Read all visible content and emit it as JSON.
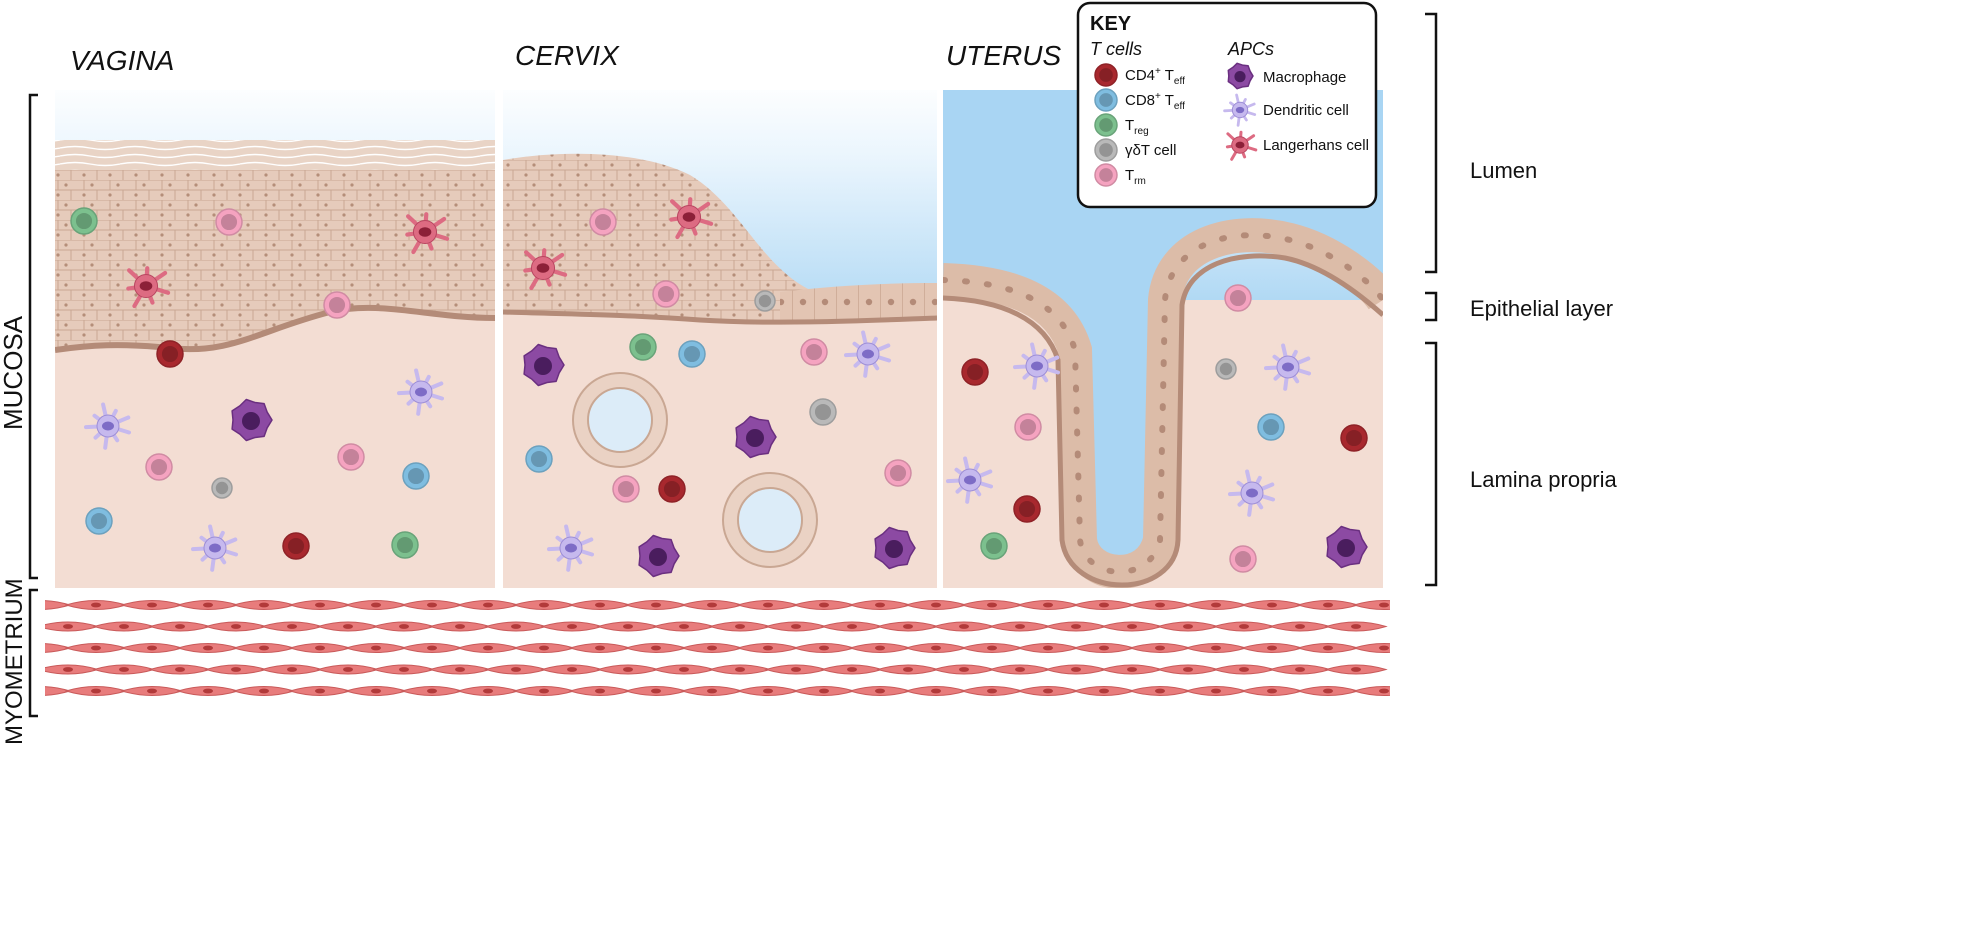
{
  "regions": {
    "vagina": "VAGINA",
    "cervix": "CERVIX",
    "uterus": "UTERUS"
  },
  "side_labels": {
    "mucosa": "MUCOSA",
    "myometrium": "MYOMETRIUM"
  },
  "layer_labels": {
    "lumen": "Lumen",
    "epithelial": "Epithelial layer",
    "lamina": "Lamina propria"
  },
  "key": {
    "title": "KEY",
    "tcells_heading": "T cells",
    "apcs_heading": "APCs",
    "tcells": [
      {
        "base": "CD4",
        "sup": "+",
        "rest": " T",
        "sub": "eff",
        "color": "#a8282e"
      },
      {
        "base": "CD8",
        "sup": "+",
        "rest": " T",
        "sub": "eff",
        "color": "#7fbde0"
      },
      {
        "base": "T",
        "sup": "",
        "rest": "",
        "sub": "reg",
        "color": "#7cc08e"
      },
      {
        "base": "γδT cell",
        "sup": "",
        "rest": "",
        "sub": "",
        "color": "#b9b9b9"
      },
      {
        "base": "T",
        "sup": "",
        "rest": "",
        "sub": "rm",
        "color": "#f5a3c0"
      }
    ],
    "apcs": [
      {
        "label": "Macrophage",
        "icon": "macrophage-icon"
      },
      {
        "label": "Dendritic cell",
        "icon": "dendritic-cell-icon"
      },
      {
        "label": "Langerhans cell",
        "icon": "langerhans-cell-icon"
      }
    ]
  },
  "colors": {
    "lumen_sky": "#a9d5f3",
    "tissue": "#f3ddd3",
    "epithelium": "#e3c6b5",
    "epithelium_edge": "#b48b78",
    "muscle": "#e87c7c",
    "cd4": "#a8282e",
    "cd8": "#7fbde0",
    "treg": "#7cc08e",
    "gdt": "#b9b9b9",
    "trm": "#f5a3c0",
    "macrophage": "#7b3a92",
    "dendritic": "#b7a9e6",
    "langerhans": "#d2546e"
  }
}
